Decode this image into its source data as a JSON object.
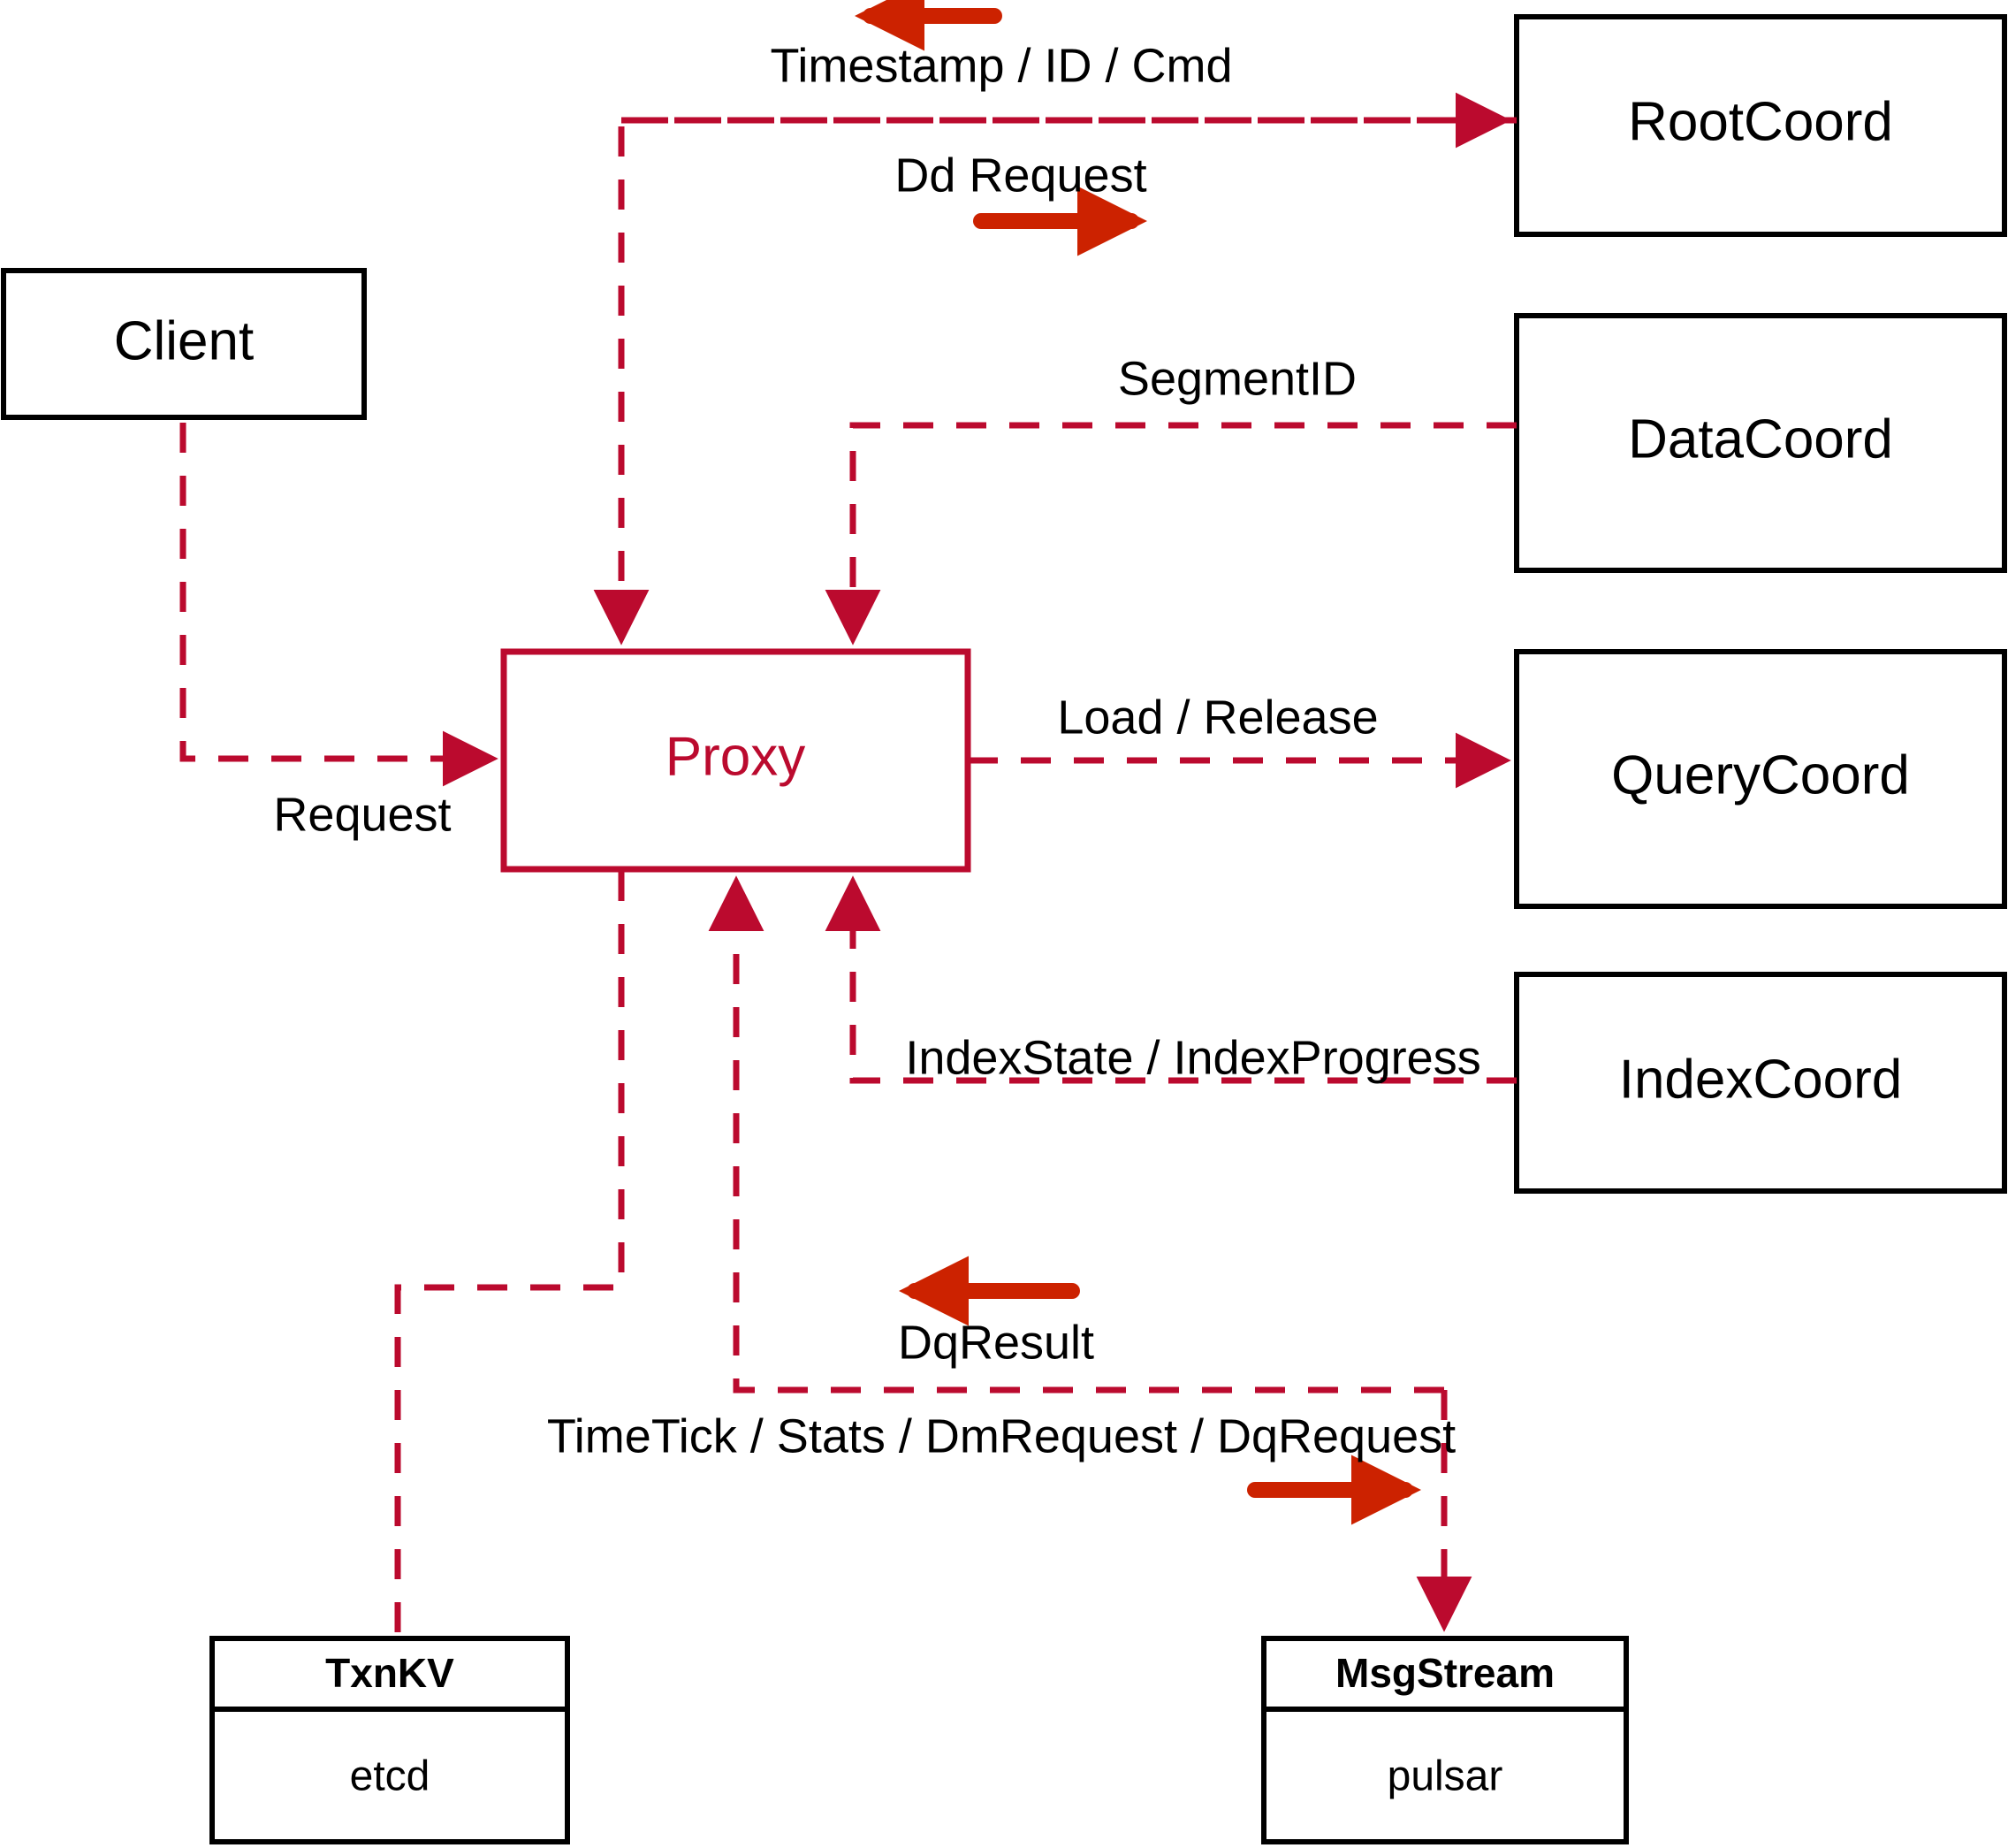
{
  "diagram": {
    "title": "Milvus Proxy Interaction Diagram",
    "colors": {
      "dashed_edge": "#bb0a2e",
      "legend_arrow": "#cc2200",
      "node_border": "#000000",
      "proxy_border": "#bb0a2e",
      "background": "#ffffff"
    },
    "nodes": [
      {
        "id": "client",
        "label": "Client",
        "style": "black-box"
      },
      {
        "id": "proxy",
        "label": "Proxy",
        "style": "red-box"
      },
      {
        "id": "root_coord",
        "label": "RootCoord",
        "style": "black-box"
      },
      {
        "id": "data_coord",
        "label": "DataCoord",
        "style": "black-box"
      },
      {
        "id": "query_coord",
        "label": "QueryCoord",
        "style": "black-box"
      },
      {
        "id": "index_coord",
        "label": "IndexCoord",
        "style": "black-box"
      }
    ],
    "component_nodes": [
      {
        "id": "txnkv",
        "title": "TxnKV",
        "impl": "etcd"
      },
      {
        "id": "msgstream",
        "title": "MsgStream",
        "impl": "pulsar"
      }
    ],
    "edges": [
      {
        "id": "edge-timestamp-id-cmd",
        "label": "Timestamp / ID / Cmd",
        "from": "root_coord",
        "to": "proxy",
        "arrow": "left"
      },
      {
        "id": "edge-dd-request",
        "label": "Dd Request",
        "from": "proxy",
        "to": "root_coord",
        "arrow": "right"
      },
      {
        "id": "edge-segment-id",
        "label": "SegmentID",
        "from": "data_coord",
        "to": "proxy",
        "arrow": "down"
      },
      {
        "id": "edge-request",
        "label": "Request",
        "from": "client",
        "to": "proxy",
        "arrow": "right"
      },
      {
        "id": "edge-load-release",
        "label": "Load / Release",
        "from": "proxy",
        "to": "query_coord",
        "arrow": "right"
      },
      {
        "id": "edge-index-state",
        "label": "IndexState / IndexProgress",
        "from": "index_coord",
        "to": "proxy",
        "arrow": "up"
      },
      {
        "id": "edge-dq-result",
        "label": "DqResult",
        "from": "msgstream",
        "to": "proxy",
        "arrow": "left"
      },
      {
        "id": "edge-timetick-stats",
        "label": "TimeTick / Stats / DmRequest / DqRequest",
        "from": "proxy",
        "to": "msgstream",
        "arrow": "right"
      },
      {
        "id": "edge-txnkv",
        "label": "",
        "from": "proxy",
        "to": "txnkv",
        "arrow": "none"
      }
    ]
  }
}
